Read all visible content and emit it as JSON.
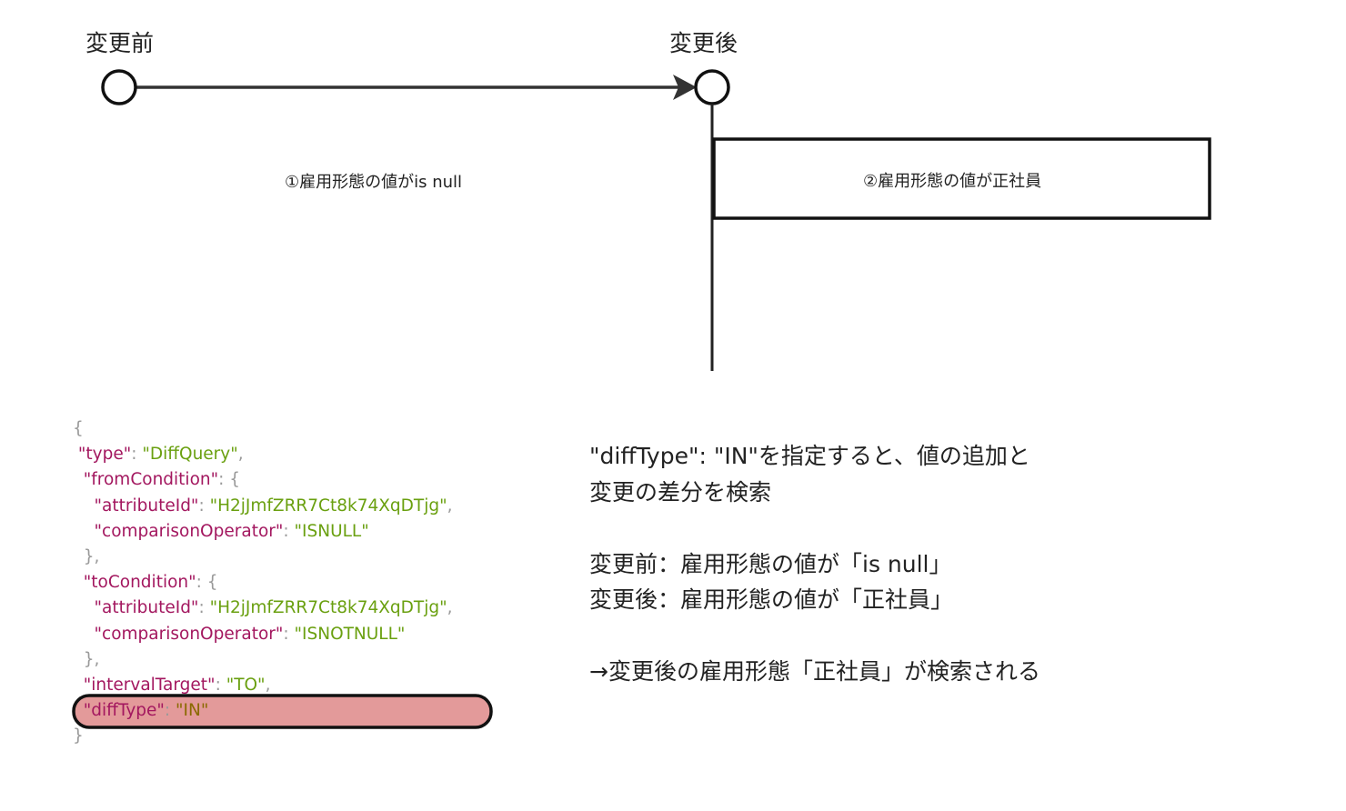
{
  "timeline": {
    "before_label": "変更前",
    "after_label": "変更後",
    "condition_before": "①雇用形態の値がis null",
    "condition_after": "②雇用形態の値が正社員"
  },
  "code": {
    "lines": [
      {
        "indent": "",
        "key": "",
        "sep": "",
        "value": "",
        "punct": "{"
      },
      {
        "indent": " ",
        "key": "\"type\"",
        "sep": ": ",
        "value": "\"DiffQuery\"",
        "punct": ","
      },
      {
        "indent": "  ",
        "key": "\"fromCondition\"",
        "sep": ": ",
        "value": "",
        "punct": "{"
      },
      {
        "indent": "    ",
        "key": "\"attributeId\"",
        "sep": ": ",
        "value": "\"H2jJmfZRR7Ct8k74XqDTjg\"",
        "punct": ","
      },
      {
        "indent": "    ",
        "key": "\"comparisonOperator\"",
        "sep": ": ",
        "value": "\"ISNULL\"",
        "punct": ""
      },
      {
        "indent": "  ",
        "key": "",
        "sep": "",
        "value": "",
        "punct": "},"
      },
      {
        "indent": "  ",
        "key": "\"toCondition\"",
        "sep": ": ",
        "value": "",
        "punct": "{"
      },
      {
        "indent": "    ",
        "key": "\"attributeId\"",
        "sep": ": ",
        "value": "\"H2jJmfZRR7Ct8k74XqDTjg\"",
        "punct": ","
      },
      {
        "indent": "    ",
        "key": "\"comparisonOperator\"",
        "sep": ": ",
        "value": "\"ISNOTNULL\"",
        "punct": ""
      },
      {
        "indent": "  ",
        "key": "",
        "sep": "",
        "value": "",
        "punct": "},"
      },
      {
        "indent": "  ",
        "key": "\"intervalTarget\"",
        "sep": ": ",
        "value": "\"TO\"",
        "punct": ","
      },
      {
        "indent": "  ",
        "key": "\"diffType\"",
        "sep": ": ",
        "value": "\"IN\"",
        "punct": ""
      },
      {
        "indent": "",
        "key": "",
        "sep": "",
        "value": "",
        "punct": "}"
      }
    ],
    "highlight_color": "#e39a9a"
  },
  "note": {
    "lines": [
      "\"diffType\": \"IN\"を指定すると、値の追加と",
      "変更の差分を検索",
      "",
      "変更前：雇用形態の値が「is null」",
      "変更後：雇用形態の値が「正社員」",
      "",
      "→変更後の雇用形態「正社員」が検索される"
    ]
  }
}
